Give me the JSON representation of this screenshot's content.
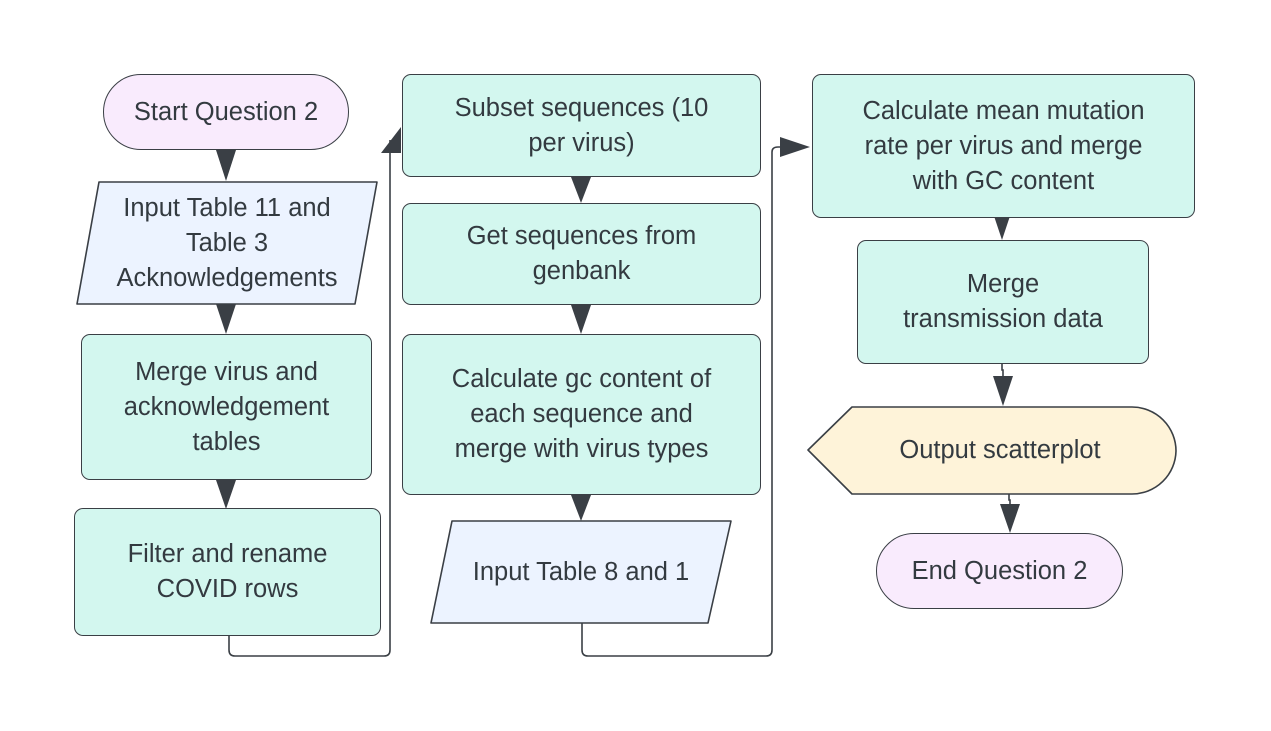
{
  "colors": {
    "process_fill": "#d3f7ef",
    "io_fill": "#ecf3ff",
    "terminal_fill": "#f9ebfd",
    "output_fill": "#fef3d9",
    "stroke": "#3a3f45",
    "text": "#333a40"
  },
  "nodes": {
    "start": "Start Question 2",
    "input_table_11": "Input Table 11 and\nTable 3\nAcknowledgements",
    "merge_virus": "Merge virus and\nacknowledgement\ntables",
    "filter_covid": "Filter and rename\nCOVID rows",
    "subset_sequences": "Subset sequences (10\nper virus)",
    "get_sequences": "Get sequences from\ngenbank",
    "calculate_gc": "Calculate gc content of\neach sequence and\nmerge with virus types",
    "input_table_8": "Input Table 8 and 1",
    "calculate_mutation": "Calculate mean mutation\nrate per virus and merge\nwith GC content",
    "merge_transmission": "Merge\ntransmission data",
    "output_scatterplot": "Output scatterplot",
    "end": "End Question 2"
  }
}
